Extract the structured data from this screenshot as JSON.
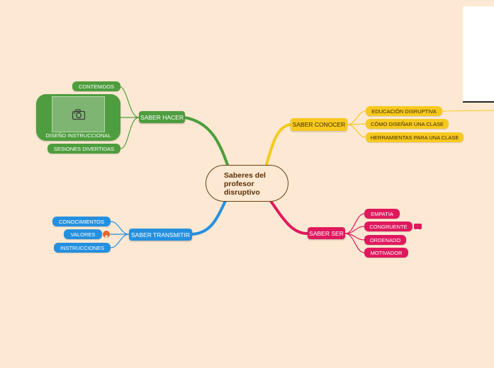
{
  "center": {
    "line1": "Saberes del",
    "line2": "profesor",
    "line3": "disruptivo"
  },
  "branches": {
    "conocer": {
      "label": "SABER CONOCER",
      "color": "#f7c91f",
      "items": [
        "EDUCACIÓN DISRUPTIVA",
        "CÓMO DISEÑAR UNA CLASE",
        "HERRAMIENTAS PARA UNA CLASE"
      ]
    },
    "hacer": {
      "label": "SABER HACER",
      "color": "#4e9d3e",
      "items": [
        "CONTENIDOS",
        "DISEÑO INSTRUCCIONAL",
        "SESIONES DIVERTIDAS"
      ]
    },
    "transmitir": {
      "label": "SABER TRANSMITIR",
      "color": "#2590e0",
      "items": [
        "CONOCIMIENTOS",
        "VALORES",
        "INSTRUCCIONES"
      ]
    },
    "ser": {
      "label": "SABER SER",
      "color": "#e0195e",
      "items": [
        "EMPATIA",
        "CONGRUENTE",
        "ORDENADO",
        "MOTIVADOR"
      ]
    }
  },
  "icons": {
    "image_placeholder": "camera-icon",
    "valores_badge": "link-badge-icon",
    "congruente_badge": "youtube-play-icon"
  },
  "colors": {
    "background": "#fde9d3",
    "center_border": "#6b3e12"
  }
}
